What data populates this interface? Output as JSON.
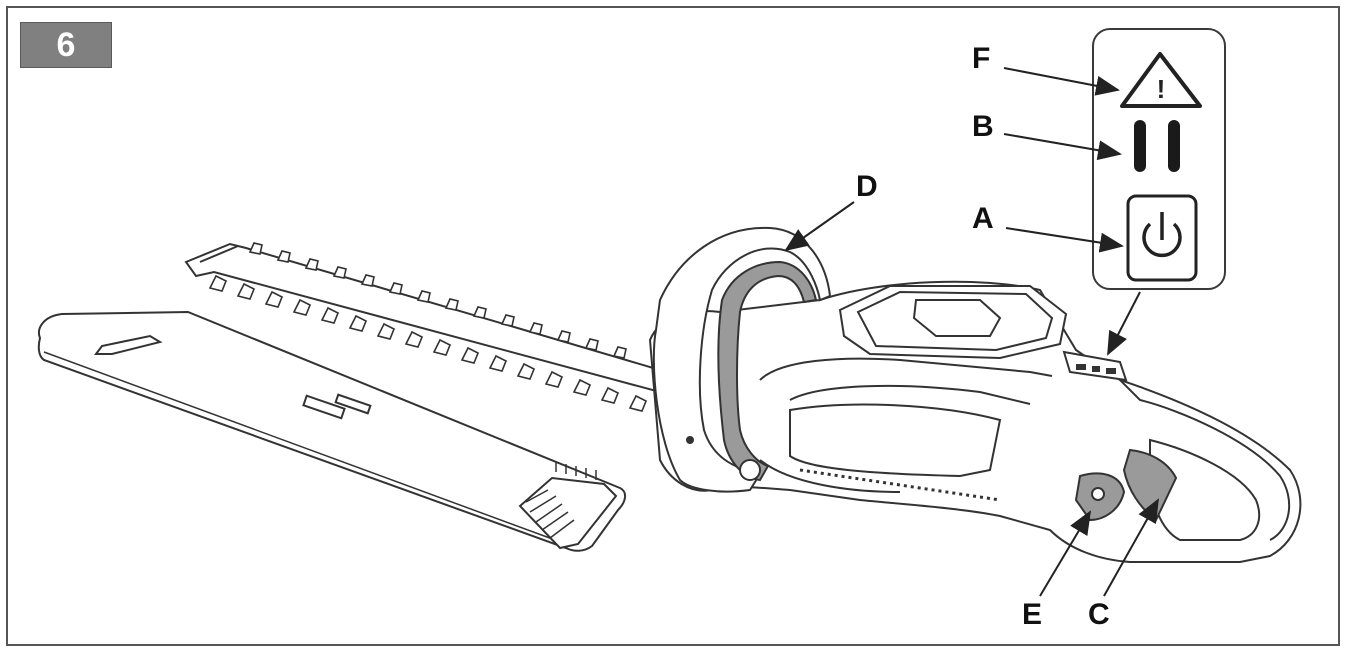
{
  "figure_number": "6",
  "callouts": {
    "A": "A",
    "B": "B",
    "C": "C",
    "D": "D",
    "E": "E",
    "F": "F"
  },
  "control_panel": {
    "icons": [
      "warning-triangle-icon",
      "pause-bars-icon",
      "power-button-icon"
    ],
    "warning_glyph": "!"
  },
  "colors": {
    "ink": "#222222",
    "badge_fill": "#808080",
    "handle_fill": "#9a9a9a",
    "frame": "#555555"
  }
}
